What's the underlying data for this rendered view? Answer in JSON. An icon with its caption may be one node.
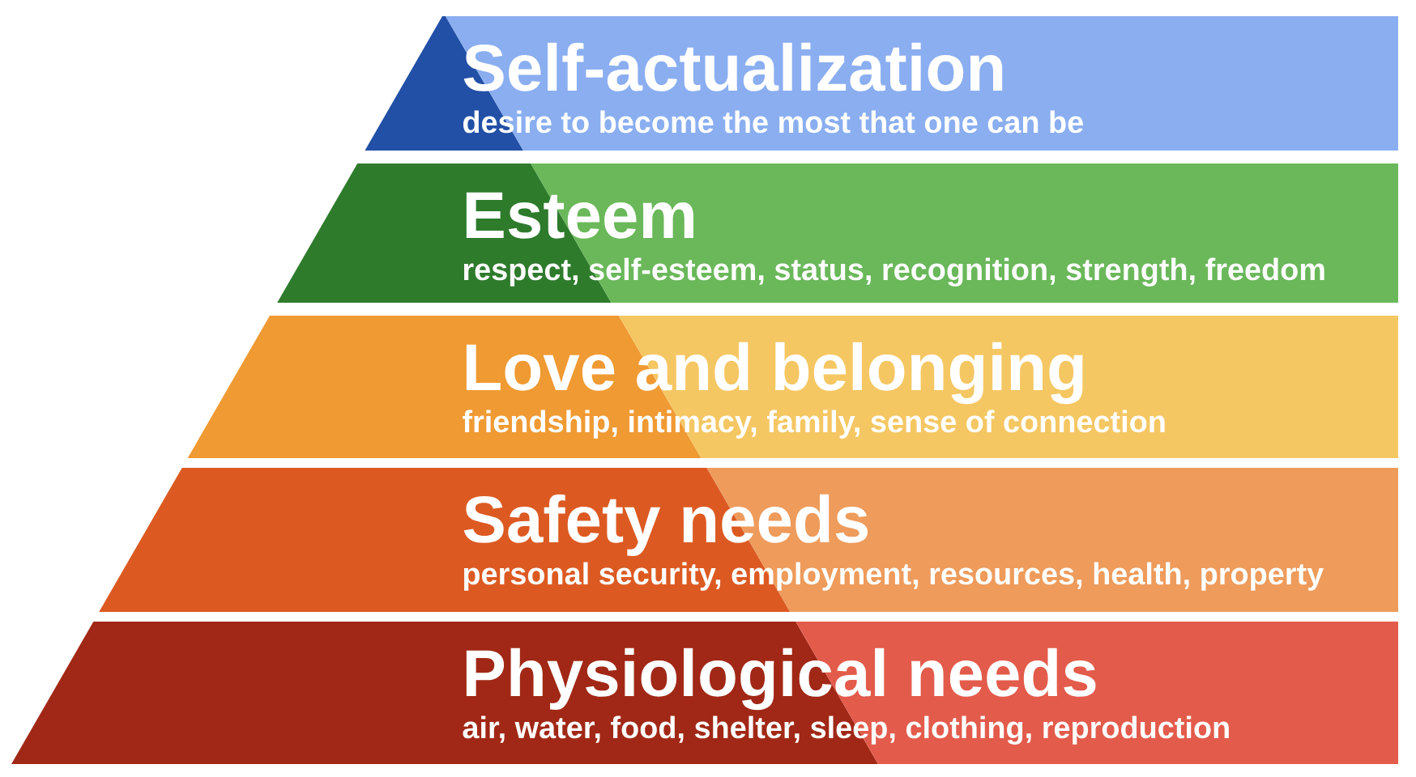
{
  "diagram": {
    "nodes": [
      {
        "text": [
          "Self-actualization",
          "desire to become the most that one can be"
        ]
      },
      {
        "text": [
          "Esteem",
          "respect, self-esteem, status, recognition, strength, freedom"
        ]
      },
      {
        "text": [
          "Love and belonging",
          "friendship, intimacy, family, sense of connection"
        ]
      },
      {
        "text": [
          "Safety needs",
          "personal security, employment, resources, health, property"
        ]
      },
      {
        "text": [
          "Physiological needs",
          "air, water, food, shelter, sleep, clothing, reproduction"
        ]
      }
    ]
  }
}
